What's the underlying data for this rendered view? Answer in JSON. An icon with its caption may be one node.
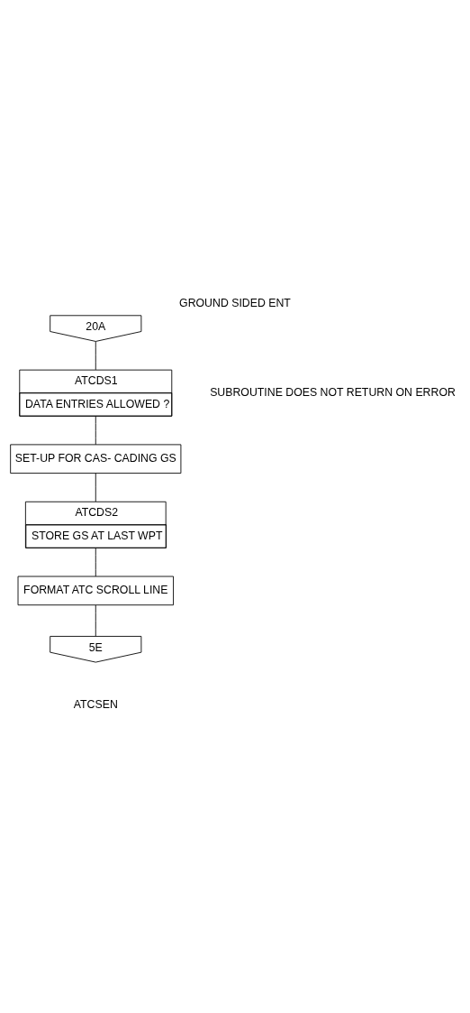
{
  "diagram": {
    "title": "GROUND SIDED ENT",
    "nodes": [
      {
        "text": [
          "20A"
        ]
      },
      {
        "text": [
          "ATCDS1",
          "DATA ENTRIES ALLOWED ?"
        ],
        "beside": [
          "SUBROUTINE DOES NOT RETURN ON ERROR"
        ]
      },
      {
        "text": [
          "SET-UP FOR CAS- CADING GS"
        ]
      },
      {
        "text": [
          "ATCDS2",
          "STORE GS AT LAST WPT"
        ]
      },
      {
        "text": [
          "FORMAT ATC SCROLL LINE"
        ]
      },
      {
        "text": [
          "5E"
        ],
        "beside": [
          "ATCSEN"
        ]
      }
    ],
    "edges": [
      {
        "from": 0,
        "to": 1,
        "arrow": "none"
      },
      {
        "from": 1,
        "to": 2,
        "arrow": "none"
      },
      {
        "from": 2,
        "to": 3,
        "arrow": "none"
      },
      {
        "from": 3,
        "to": 4,
        "arrow": "none"
      },
      {
        "from": 4,
        "to": 5,
        "arrow": "none"
      }
    ]
  }
}
